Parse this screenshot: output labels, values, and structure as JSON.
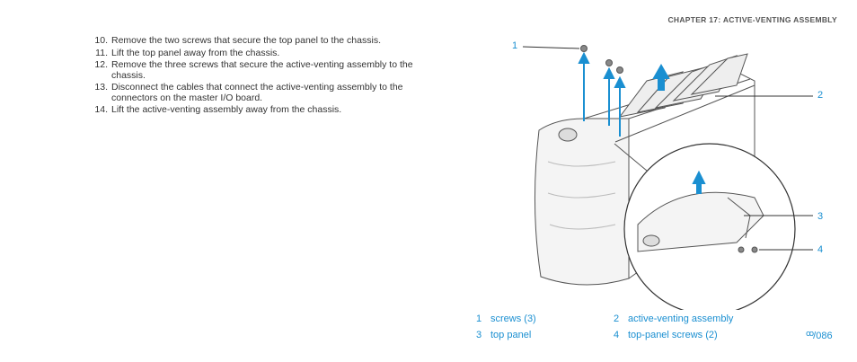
{
  "header": {
    "chapter": "CHAPTER 17: ACTIVE-VENTING ASSEMBLY"
  },
  "steps": [
    {
      "num": "10.",
      "text": "Remove the two screws that secure the top panel to the chassis."
    },
    {
      "num": "11.",
      "text": "Lift the top panel away from the chassis."
    },
    {
      "num": "12.",
      "text": "Remove the three screws that secure the active-venting assembly to the chassis."
    },
    {
      "num": "13.",
      "text": "Disconnect the cables that connect the active-venting assembly to the connectors on the master I/O board."
    },
    {
      "num": "14.",
      "text": "Lift the active-venting assembly away from the chassis."
    }
  ],
  "figure": {
    "callouts": [
      "1",
      "2",
      "3",
      "4"
    ]
  },
  "legend": [
    {
      "num": "1",
      "label": "screws (3)"
    },
    {
      "num": "2",
      "label": "active-venting assembly"
    },
    {
      "num": "3",
      "label": "top panel"
    },
    {
      "num": "4",
      "label": "top-panel screws (2)"
    }
  ],
  "footer": {
    "logo_text": "ꝏ",
    "page": "086"
  },
  "colors": {
    "accent": "#1a8fd1",
    "text": "#333333"
  }
}
